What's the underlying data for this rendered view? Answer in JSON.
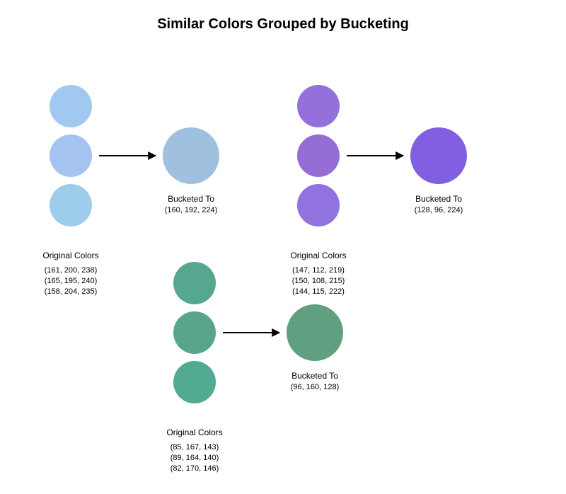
{
  "title": "Similar Colors Grouped by Bucketing",
  "groups": [
    {
      "original_label": "Original Colors",
      "original_values": [
        "(161, 200, 238)",
        "(165, 195, 240)",
        "(158, 204, 235)"
      ],
      "original_colors": [
        "#a1c8ee",
        "#a5c3f0",
        "#9ecceb"
      ],
      "bucket_label": "Bucketed To",
      "bucket_value": "(160, 192, 224)",
      "bucket_color": "#a0c0e0"
    },
    {
      "original_label": "Original Colors",
      "original_values": [
        "(147, 112, 219)",
        "(150, 108, 215)",
        "(144, 115, 222)"
      ],
      "original_colors": [
        "#9370db",
        "#966cd7",
        "#9073de"
      ],
      "bucket_label": "Bucketed To",
      "bucket_value": "(128, 96, 224)",
      "bucket_color": "#8060e0"
    },
    {
      "original_label": "Original Colors",
      "original_values": [
        "(85, 167, 143)",
        "(89, 164, 140)",
        "(82, 170, 146)"
      ],
      "original_colors": [
        "#55a78f",
        "#59a48c",
        "#52aa92"
      ],
      "bucket_label": "Bucketed To",
      "bucket_value": "(96, 160, 128)",
      "bucket_color": "#60a080"
    }
  ]
}
